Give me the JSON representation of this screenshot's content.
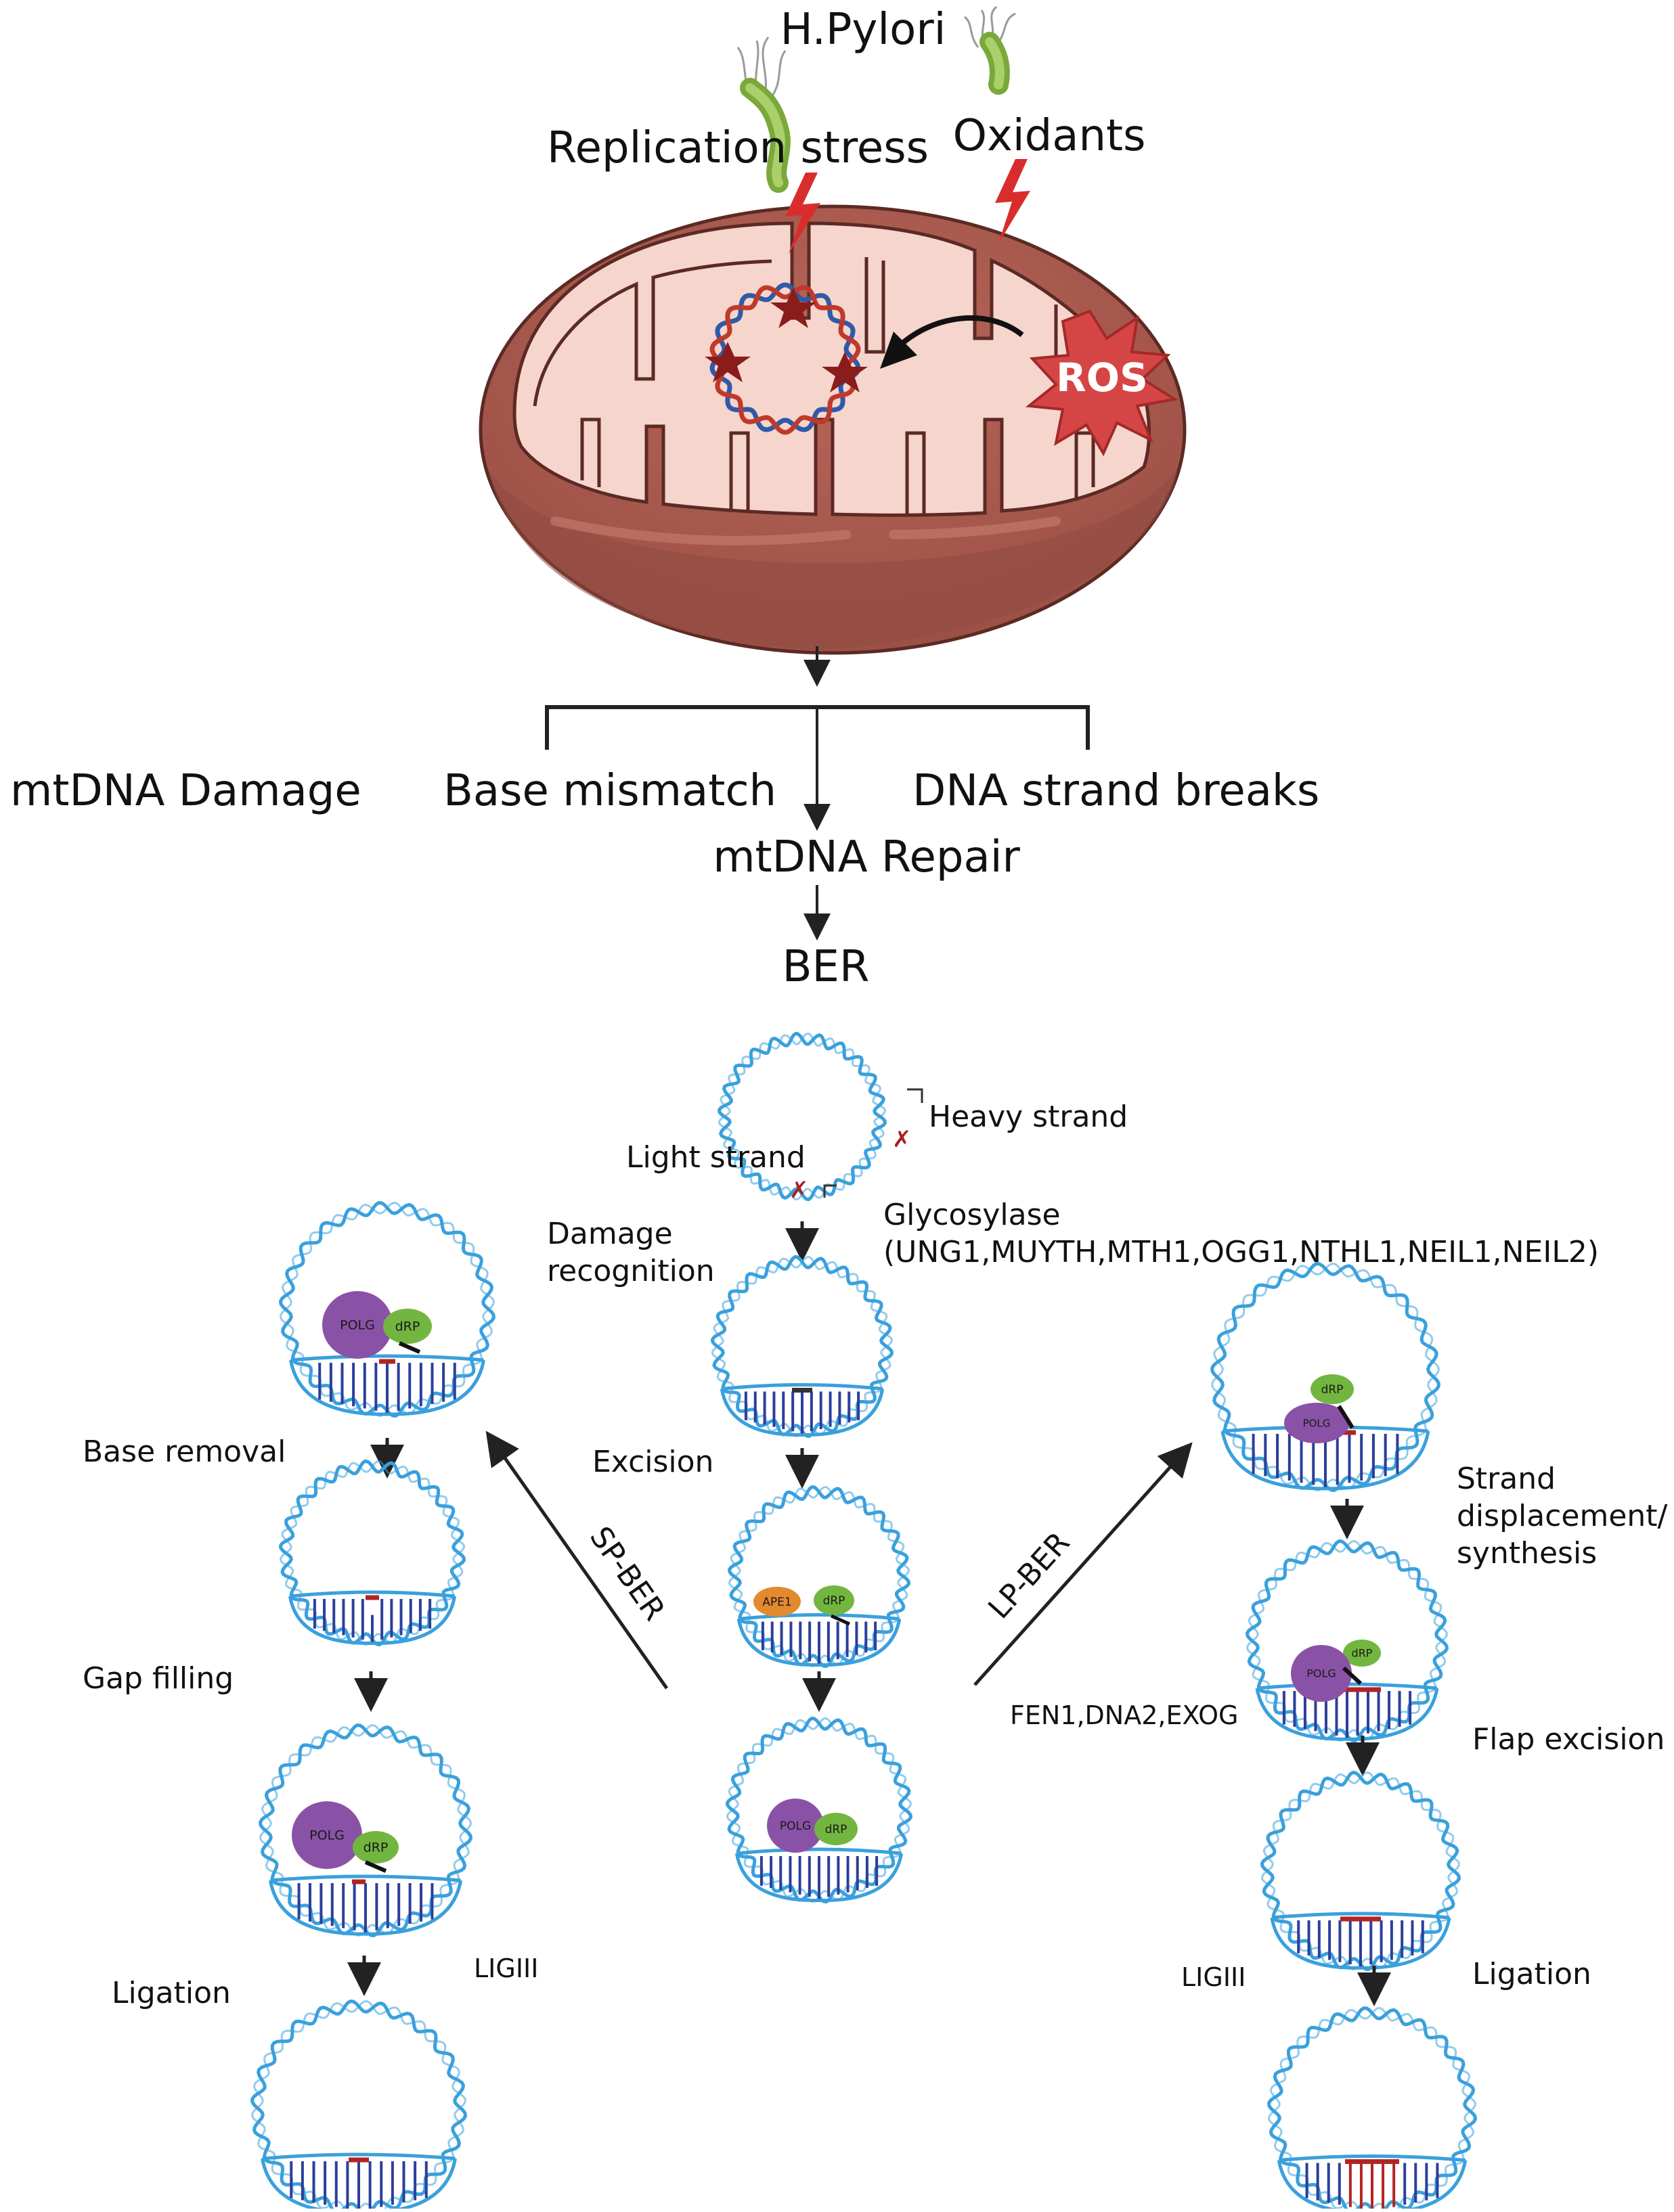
{
  "top": {
    "title": "H.Pylori",
    "replication_stress": "Replication stress",
    "oxidants": "Oxidants",
    "ros": "ROS"
  },
  "flow": {
    "mtdna_damage": "mtDNA Damage",
    "base_mismatch": "Base mismatch",
    "strand_breaks": "DNA strand breaks",
    "mtdna_repair": "mtDNA Repair",
    "ber": "BER"
  },
  "center": {
    "heavy_strand": "Heavy strand",
    "light_strand": "Light strand",
    "glycosylase": "Glycosylase",
    "glycosylase_list": "(UNG1,MUYTH,MTH1,OGG1,NTHL1,NEIL1,NEIL2)",
    "damage_recognition_1": "Damage",
    "damage_recognition_2": "recognition",
    "excision": "Excision",
    "fen1": "FEN1,DNA2,EXOG"
  },
  "sp_ber": {
    "label": "SP-BER",
    "base_removal": "Base removal",
    "gap_filling": "Gap filling",
    "ligation": "Ligation",
    "ligase": "LIGIII"
  },
  "lp_ber": {
    "label": "LP-BER",
    "strand_1": "Strand",
    "strand_2": "displacement/",
    "strand_3": "synthesis",
    "flap_excision": "Flap excision",
    "ligation": "Ligation",
    "ligase": "LIGIII"
  },
  "proteins": {
    "polg": "POLG",
    "drp": "dRP",
    "ape1": "APE1"
  },
  "colors": {
    "mito_outer": "#a6584c",
    "mito_inner": "#f6d5cc",
    "dna_blue": "#3aa0dc",
    "ladder_blue": "#2c3f9a",
    "polg": "#8a52a6",
    "drp": "#72b63f",
    "ape1": "#e3892e",
    "lesion": "#b22424",
    "bolt": "#d92d2d"
  }
}
